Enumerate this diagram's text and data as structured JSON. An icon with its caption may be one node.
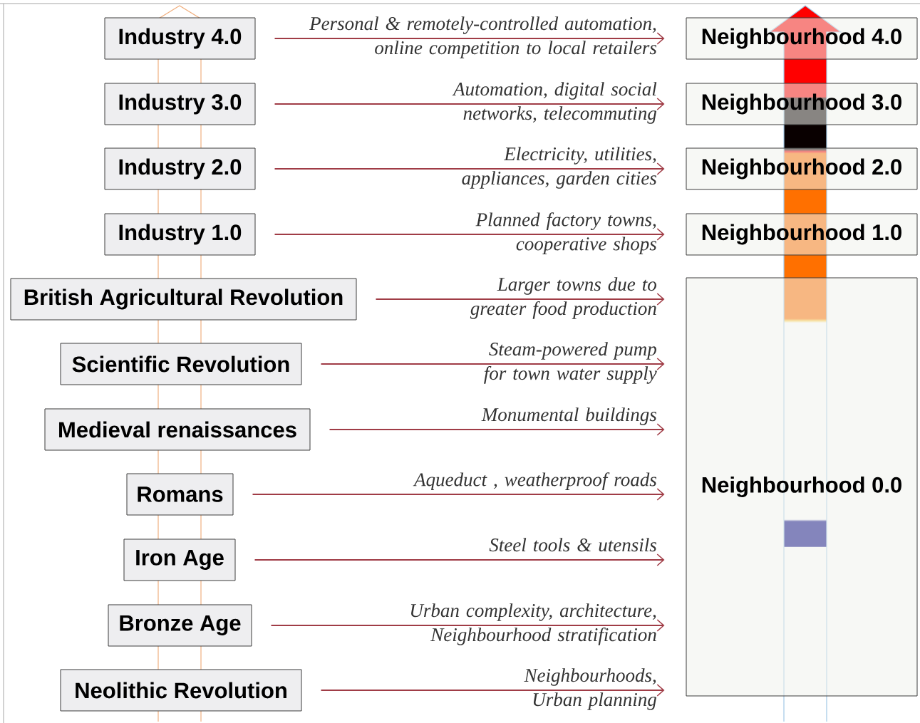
{
  "diagram": {
    "nodes": [
      {
        "text": [
          "Industry 4.0"
        ]
      },
      {
        "text": [
          "Industry 3.0"
        ]
      },
      {
        "text": [
          "Industry 2.0"
        ]
      },
      {
        "text": [
          "Industry 1.0"
        ]
      },
      {
        "text": [
          "British Agricultural Revolution"
        ]
      },
      {
        "text": [
          "Scientific Revolution"
        ]
      },
      {
        "text": [
          "Medieval renaissances"
        ]
      },
      {
        "text": [
          "Romans"
        ]
      },
      {
        "text": [
          "Iron Age"
        ]
      },
      {
        "text": [
          "Bronze Age"
        ]
      },
      {
        "text": [
          "Neolithic Revolution"
        ]
      },
      {
        "text": [
          "Neighbourhood 4.0"
        ]
      },
      {
        "text": [
          "Neighbourhood 3.0"
        ]
      },
      {
        "text": [
          "Neighbourhood 2.0"
        ]
      },
      {
        "text": [
          "Neighbourhood 1.0"
        ]
      },
      {
        "text": [
          "Neighbourhood 0.0"
        ]
      }
    ],
    "edges": [
      {
        "from": 0,
        "to": 11,
        "arrow": "to",
        "label": "Personal & remotely-controlled automation, online competition to local retailers"
      },
      {
        "from": 1,
        "to": 12,
        "arrow": "to",
        "label": "Automation, digital social networks, telecommuting"
      },
      {
        "from": 2,
        "to": 13,
        "arrow": "to",
        "label": "Electricity, utilities, appliances, garden cities"
      },
      {
        "from": 3,
        "to": 14,
        "arrow": "to",
        "label": "Planned factory towns, cooperative shops"
      },
      {
        "from": 4,
        "to": 15,
        "arrow": "to",
        "label": "Larger towns due to greater food production"
      },
      {
        "from": 5,
        "to": 15,
        "arrow": "to",
        "label": "Steam-powered pump for town water supply"
      },
      {
        "from": 6,
        "to": 15,
        "arrow": "to",
        "label": "Monumental buildings"
      },
      {
        "from": 7,
        "to": 15,
        "arrow": "to",
        "label": "Aqueduct , weatherproof roads"
      },
      {
        "from": 8,
        "to": 15,
        "arrow": "to",
        "label": "Steel tools & utensils"
      },
      {
        "from": 9,
        "to": 15,
        "arrow": "to",
        "label": "Urban complexity, architecture, Neighbourhood stratification"
      },
      {
        "from": 10,
        "to": 15,
        "arrow": "to",
        "label": "Neighbourhoods, Urban planning"
      }
    ]
  }
}
